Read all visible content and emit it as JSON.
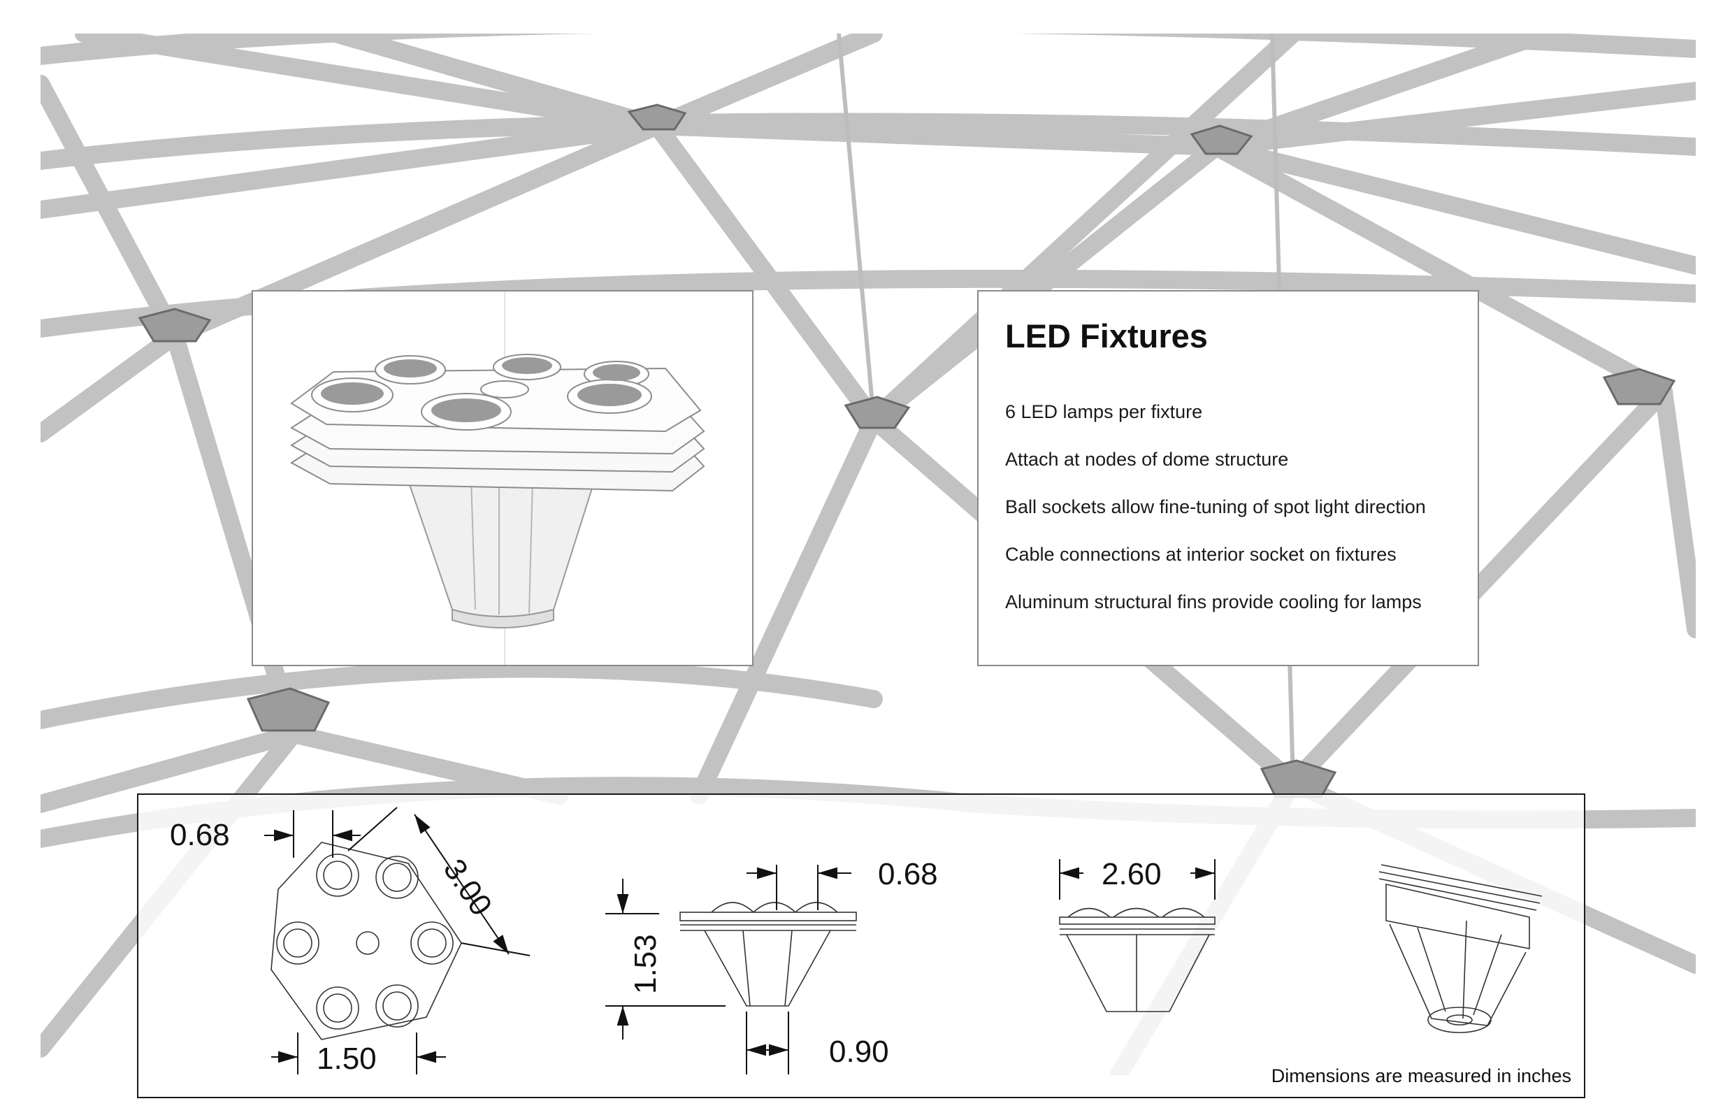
{
  "info": {
    "title": "LED Fixtures",
    "lines": [
      "6 LED lamps per fixture",
      "Attach at nodes of dome structure",
      "Ball sockets allow fine-tuning of spot light direction",
      "Cable connections at interior socket on fixtures",
      "Aluminum structural fins provide cooling for lamps"
    ]
  },
  "dimensions": {
    "top_gap": "0.68",
    "hex_side": "3.00",
    "hex_width": "1.50",
    "side_height": "1.53",
    "side_gap": "0.68",
    "base_width": "0.90",
    "front_width": "2.60",
    "note": "Dimensions are measured in inches"
  },
  "colors": {
    "strut": "#c9c9c9",
    "strut_edge": "#b4b4b4",
    "line": "#333333"
  }
}
